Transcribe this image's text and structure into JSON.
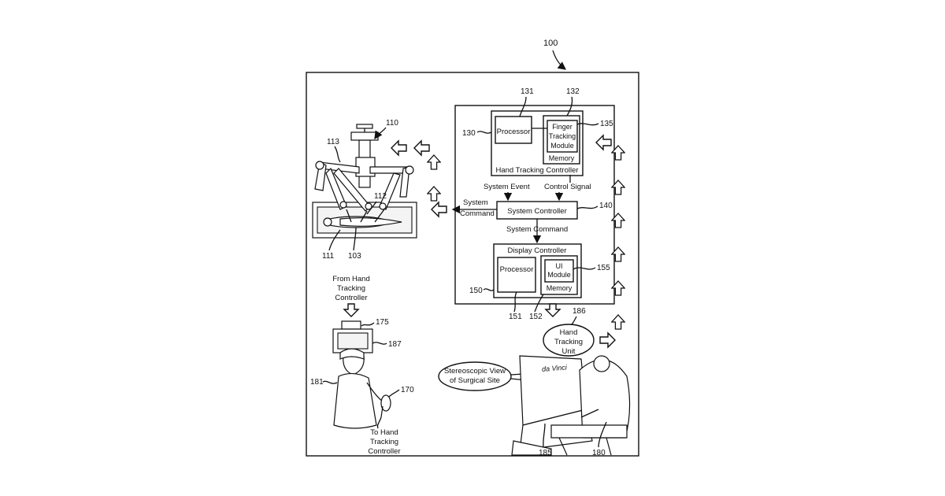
{
  "refs": {
    "system": "100",
    "robot": "110",
    "patient": "103",
    "instrument_a": "111",
    "instrument_b": "112",
    "arm": "113",
    "hand_tracking_controller": "130",
    "processor_a": "131",
    "memory_a": "132",
    "finger_tracking_module": "135",
    "system_controller": "140",
    "display_controller": "150",
    "processor_b": "151",
    "memory_b": "152",
    "ui_module": "155",
    "tracker_box": "175",
    "display_view": "187",
    "surgeon_left": "181",
    "hand_device": "170",
    "hand_tracking_unit": "186",
    "console": "185",
    "surgeon_right": "180"
  },
  "labels": {
    "processor": "Processor",
    "finger_tracking_module": [
      "Finger",
      "Tracking",
      "Module"
    ],
    "memory": "Memory",
    "hand_tracking_controller": "Hand Tracking Controller",
    "system_event": "System Event",
    "control_signal": "Control Signal",
    "system_command_left": [
      "System",
      "Command"
    ],
    "system_controller": "System Controller",
    "system_command_down": "System Command",
    "display_controller": "Display Controller",
    "ui_module": [
      "UI",
      "Module"
    ],
    "from_hand_tracking": [
      "From Hand",
      "Tracking",
      "Controller"
    ],
    "to_hand_tracking": [
      "To Hand",
      "Tracking",
      "Controller"
    ],
    "hand_tracking_unit": [
      "Hand",
      "Tracking",
      "Unit"
    ],
    "stereoscopic_view": [
      "Stereoscopic View",
      "of Surgical Site"
    ],
    "console_brand": "da Vinci"
  }
}
